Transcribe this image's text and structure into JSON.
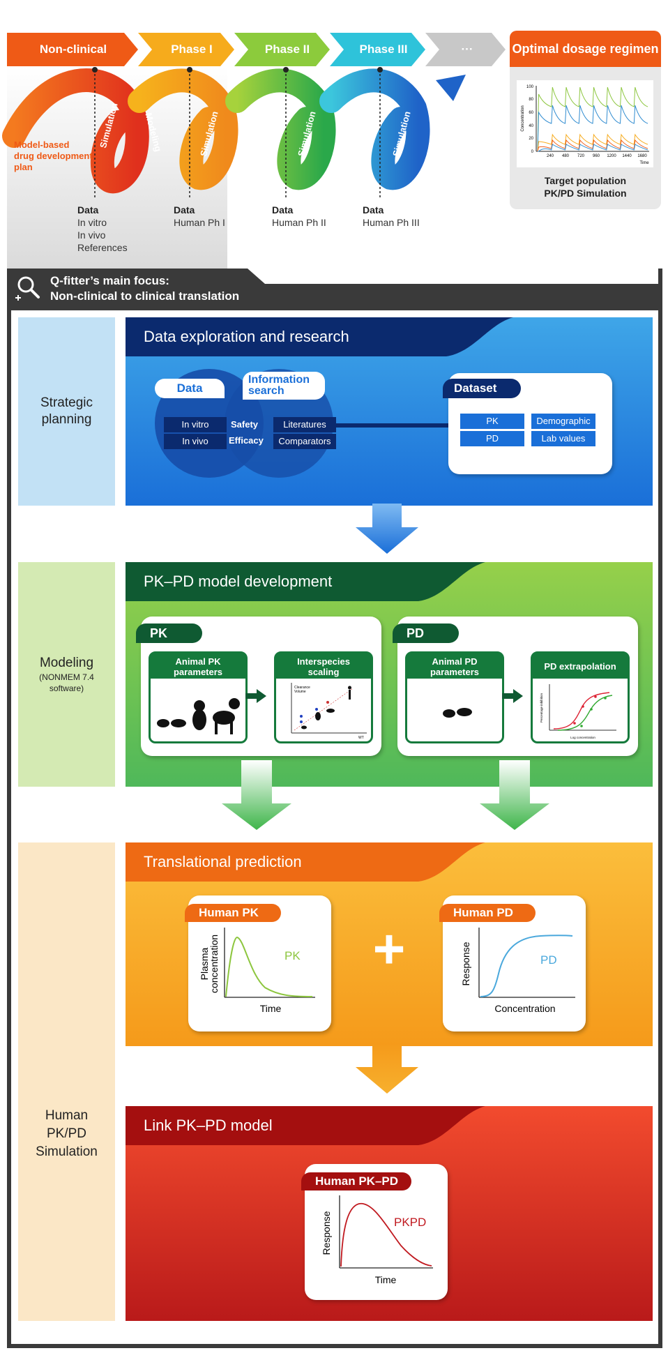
{
  "phases": {
    "nonclinical": "Non-clinical",
    "phase1": "Phase I",
    "phase2": "Phase II",
    "phase3": "Phase III",
    "more": "···"
  },
  "optimal": {
    "title": "Optimal dosage regimen",
    "caption_line1": "Target population",
    "caption_line2": "PK/PD Simulation",
    "chart": {
      "ylabel": "Concentration",
      "xlabel": "Time",
      "yticks": [
        "0",
        "20",
        "40",
        "60",
        "80",
        "100"
      ],
      "xticks": [
        "240",
        "480",
        "720",
        "960",
        "1200",
        "1440",
        "1680"
      ]
    }
  },
  "ribbons": {
    "simulation": "Simulation",
    "modeling": "Modeling",
    "plan_line1": "Model-based",
    "plan_line2": "drug development",
    "plan_line3": "plan"
  },
  "data_sources": [
    {
      "title": "Data",
      "lines": [
        "In vitro",
        "In vivo",
        "References"
      ]
    },
    {
      "title": "Data",
      "lines": [
        "Human Ph I"
      ]
    },
    {
      "title": "Data",
      "lines": [
        "Human Ph II"
      ]
    },
    {
      "title": "Data",
      "lines": [
        "Human Ph III"
      ]
    }
  ],
  "focus": {
    "line1": "Q-fitter’s main focus:",
    "line2": "Non-clinical to clinical translation"
  },
  "strategic": {
    "side_line1": "Strategic",
    "side_line2": "planning",
    "title": "Data exploration and research",
    "data_tab": "Data",
    "info_tab_line1": "Information",
    "info_tab_line2": "search",
    "in_vitro": "In vitro",
    "in_vivo": "In vivo",
    "safety": "Safety",
    "efficacy": "Efficacy",
    "literatures": "Literatures",
    "comparators": "Comparators",
    "dataset_tab": "Dataset",
    "pk": "PK",
    "pd": "PD",
    "demographic": "Demographic",
    "lab_values": "Lab values"
  },
  "modeling": {
    "side_title": "Modeling",
    "side_sub1": "(NONMEM 7.4",
    "side_sub2": "software)",
    "title": "PK–PD model development",
    "pk_tab": "PK",
    "pd_tab": "PD",
    "animal_pk_line1": "Animal PK",
    "animal_pk_line2": "parameters",
    "interspecies_line1": "Interspecies",
    "interspecies_line2": "scaling",
    "scaling_ylabel_line1": "Clearance",
    "scaling_ylabel_line2": "Volume",
    "scaling_xlabel": "WT",
    "animal_pd_line1": "Animal PD",
    "animal_pd_line2": "parameters",
    "pd_extrapolation": "PD extrapolation",
    "pdx_ylabel": "Percentage inhibition",
    "pdx_xlabel": "Log concentration"
  },
  "translational": {
    "side_line1": "Human",
    "side_line2": "PK/PD",
    "side_line3": "Simulation",
    "title": "Translational prediction",
    "human_pk": "Human PK",
    "pk_ylabel_line1": "Plasma",
    "pk_ylabel_line2": "concentration",
    "pk_xlabel": "Time",
    "pk_curve_label": "PK",
    "plus": "+",
    "human_pd": "Human PD",
    "pd_ylabel": "Response",
    "pd_xlabel": "Concentration",
    "pd_curve_label": "PD"
  },
  "link": {
    "title": "Link PK–PD model",
    "human_pkpd": "Human PK–PD",
    "ylabel": "Response",
    "xlabel": "Time",
    "curve_label": "PKPD"
  },
  "colors": {
    "orange": "#ef5a16",
    "yellow": "#f6ab1c",
    "green": "#8ccb3c",
    "cyan": "#2ec3da",
    "grey": "#c8c8c8",
    "blue_panel": "#1e8ae0",
    "navy": "#0b2a6e",
    "dark_green": "#0f5a32",
    "red_panel": "#d92b1c",
    "dark_red": "#a40f0f"
  }
}
